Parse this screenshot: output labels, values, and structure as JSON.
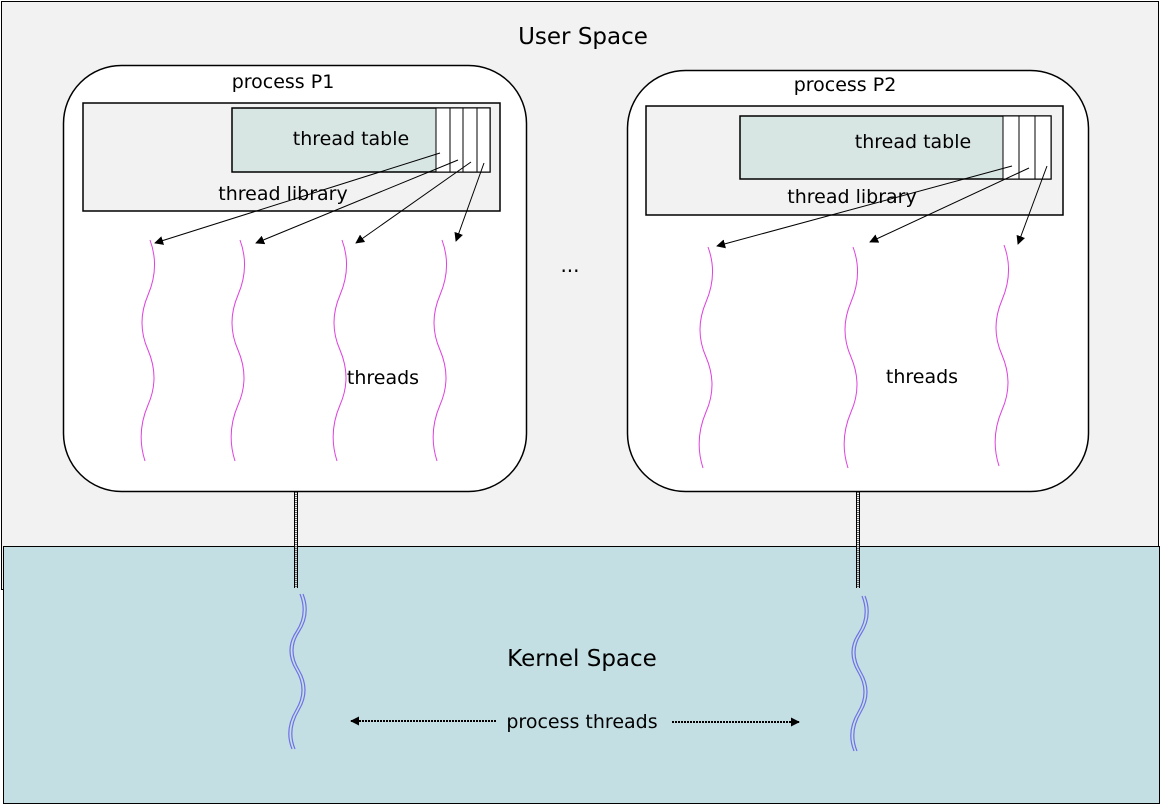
{
  "user_space": {
    "label": "User Space"
  },
  "kernel_space": {
    "label": "Kernel Space",
    "arrow_label": "process threads"
  },
  "processes": [
    {
      "label": "process P1",
      "table_label": "thread table",
      "library_label": "thread library",
      "threads_label": "threads",
      "thread_count": 4
    },
    {
      "label": "process P2",
      "table_label": "thread table",
      "library_label": "thread library",
      "threads_label": "threads",
      "thread_count": 3
    }
  ],
  "ellipsis": "...",
  "colors": {
    "user_space_bg": "#f2f2f2",
    "kernel_space_bg": "#c3dfe4",
    "thread_table_bg": "#d7e5e3",
    "user_thread": "#e040e0",
    "kernel_thread": "#7070e8"
  }
}
